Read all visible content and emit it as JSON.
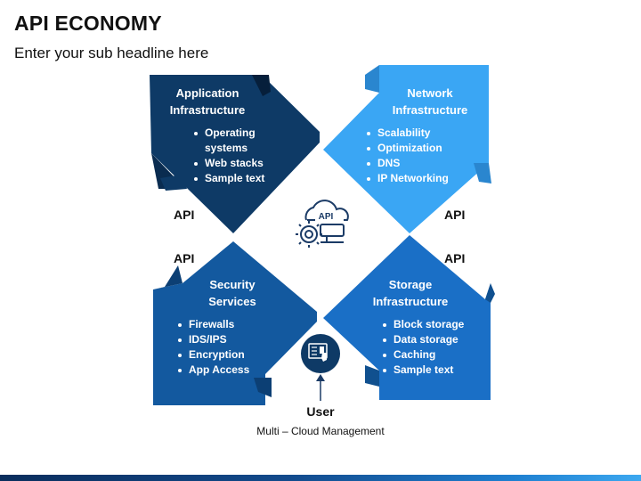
{
  "header": {
    "title": "API ECONOMY",
    "subtitle": "Enter your sub headline here"
  },
  "panels": [
    {
      "title_line1": "Application",
      "title_line2": "Infrastructure",
      "items": [
        "Operating",
        "systems",
        "Web stacks",
        "Sample text"
      ],
      "color": "#0e3a66"
    },
    {
      "title_line1": "Network",
      "title_line2": "Infrastructure",
      "items": [
        "Scalability",
        "Optimization",
        "DNS",
        "IP Networking"
      ],
      "color": "#3aa6f4"
    },
    {
      "title_line1": "Security",
      "title_line2": "Services",
      "items": [
        "Firewalls",
        "IDS/IPS",
        "Encryption",
        "App Access"
      ],
      "color": "#13599f"
    },
    {
      "title_line1": "Storage",
      "title_line2": "Infrastructure",
      "items": [
        "Block storage",
        "Data storage",
        "Caching",
        "Sample text"
      ],
      "color": "#1a6fc6"
    }
  ],
  "api_labels": [
    "API",
    "API",
    "API",
    "API"
  ],
  "center_icon": {
    "name": "api-cloud-gear-icon",
    "text": "API"
  },
  "user": {
    "icon": "dashboard-user-icon",
    "label": "User",
    "caption": "Multi – Cloud Management"
  }
}
